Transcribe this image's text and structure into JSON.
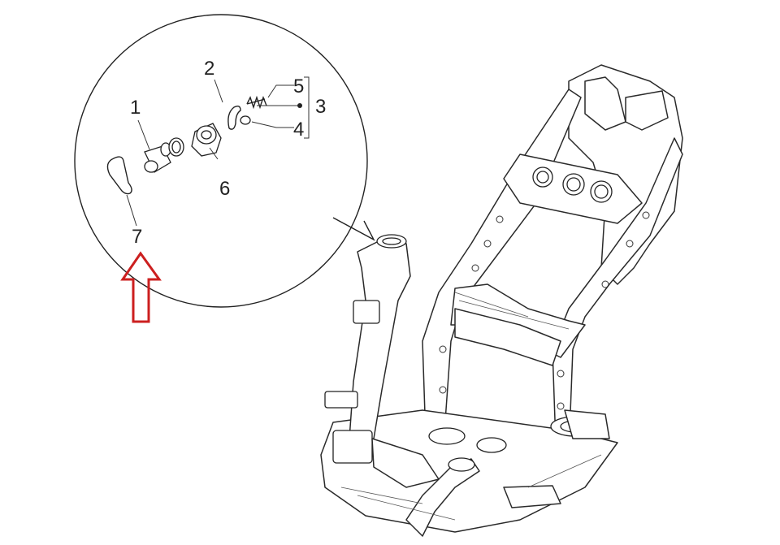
{
  "labels": {
    "l1": "1",
    "l2": "2",
    "l3": "3",
    "l4": "4",
    "l5": "5",
    "l6": "6",
    "l7": "7"
  },
  "colors": {
    "arrow": "#cc1f1f",
    "line": "#222222",
    "background": "#ffffff"
  }
}
